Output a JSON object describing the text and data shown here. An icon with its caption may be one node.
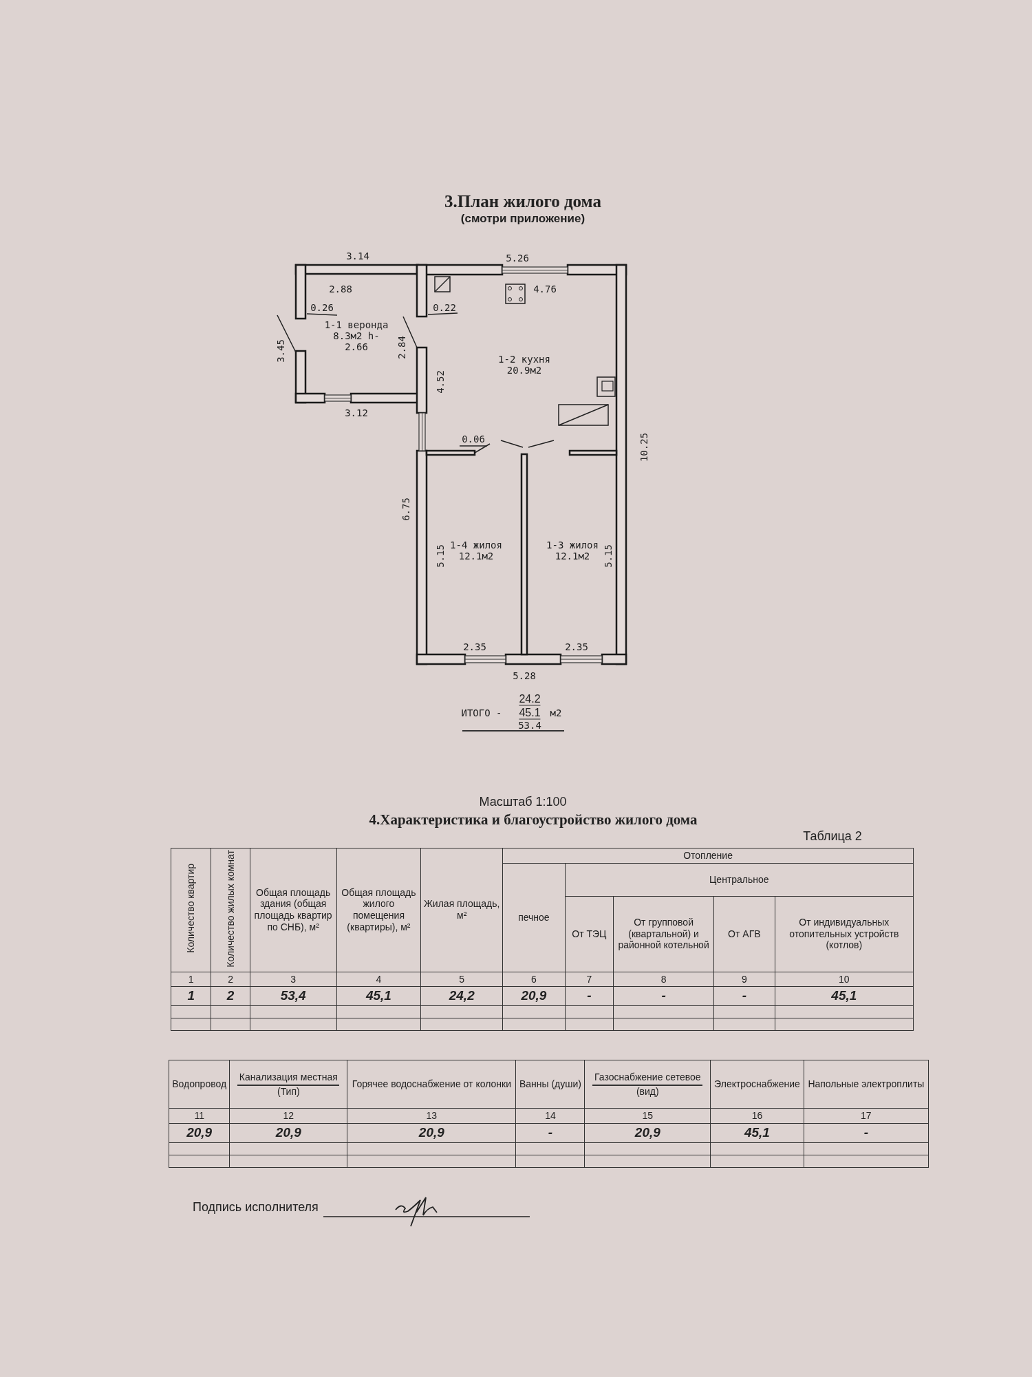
{
  "diagram": {
    "title": "3.План жилого дома",
    "nodes": [
      {
        "text": [
          "1-1 веронда 8.3м2 h-2.66"
        ]
      },
      {
        "text": [
          "1-2 кухня 20.9м2"
        ]
      },
      {
        "text": [
          "1-4 жилоя 12.1м2"
        ]
      },
      {
        "text": [
          "1-3 жилоя 12.1м2"
        ]
      }
    ],
    "labels": [
      "(смотри приложение)",
      "3.14",
      "5.26",
      "2.88",
      "4.76",
      "0.26",
      "0.22",
      "3.45",
      "2.84",
      "4.52",
      "3.12",
      "10.25",
      "0.06",
      "6.75",
      "5.15",
      "5.15",
      "2.35",
      "2.35",
      "5.28",
      "24.2",
      "ИТОГО -",
      "45.1",
      "м2",
      "53.4",
      "Масштаб 1:100",
      "4.Характеристика и благоустройство жилого дома",
      "Таблица 2",
      "Количество квартир",
      "Количество жилых комнат",
      "Общая площадь здания (общая площадь квартир по СНБ), м²",
      "Общая площадь жилого помещения (квартиры), м²",
      "Жилая площадь, м²",
      "Отопление",
      "печное",
      "Центральное",
      "От ТЭЦ",
      "От групповой (квартальной) и районной котельной",
      "От АГВ",
      "От индивидуальных отопительных устройств (котлов)",
      "1",
      "2",
      "3",
      "4",
      "5",
      "6",
      "7",
      "8",
      "9",
      "10",
      "1",
      "2",
      "53,4",
      "45,1",
      "24,2",
      "20,9",
      "-",
      "-",
      "-",
      "45,1",
      "Водопровод",
      "Канализация местная",
      "(Тип)",
      "Горячее водоснабжение от колонки",
      "Ванны (души)",
      "Газоснабжение сетевое",
      "(вид)",
      "Электроснабжение",
      "Напольные электроплиты",
      "11",
      "12",
      "13",
      "14",
      "15",
      "16",
      "17",
      "20,9",
      "20,9",
      "20,9",
      "-",
      "20,9",
      "45,1",
      "-",
      "Подпись исполнителя"
    ]
  }
}
